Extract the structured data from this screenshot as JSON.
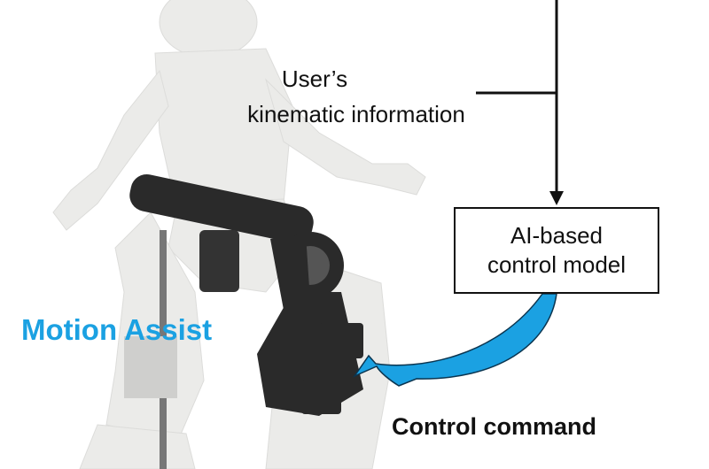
{
  "labels": {
    "user": "User’s",
    "kinematic": "kinematic information",
    "model_line1": "AI-based",
    "model_line2": "control model",
    "motion_assist": "Motion Assist",
    "control_command": "Control command"
  },
  "colors": {
    "accent": "#1ba1e2",
    "line": "#111111",
    "mannequin": "#e9e9e7",
    "device": "#2a2a2a"
  }
}
